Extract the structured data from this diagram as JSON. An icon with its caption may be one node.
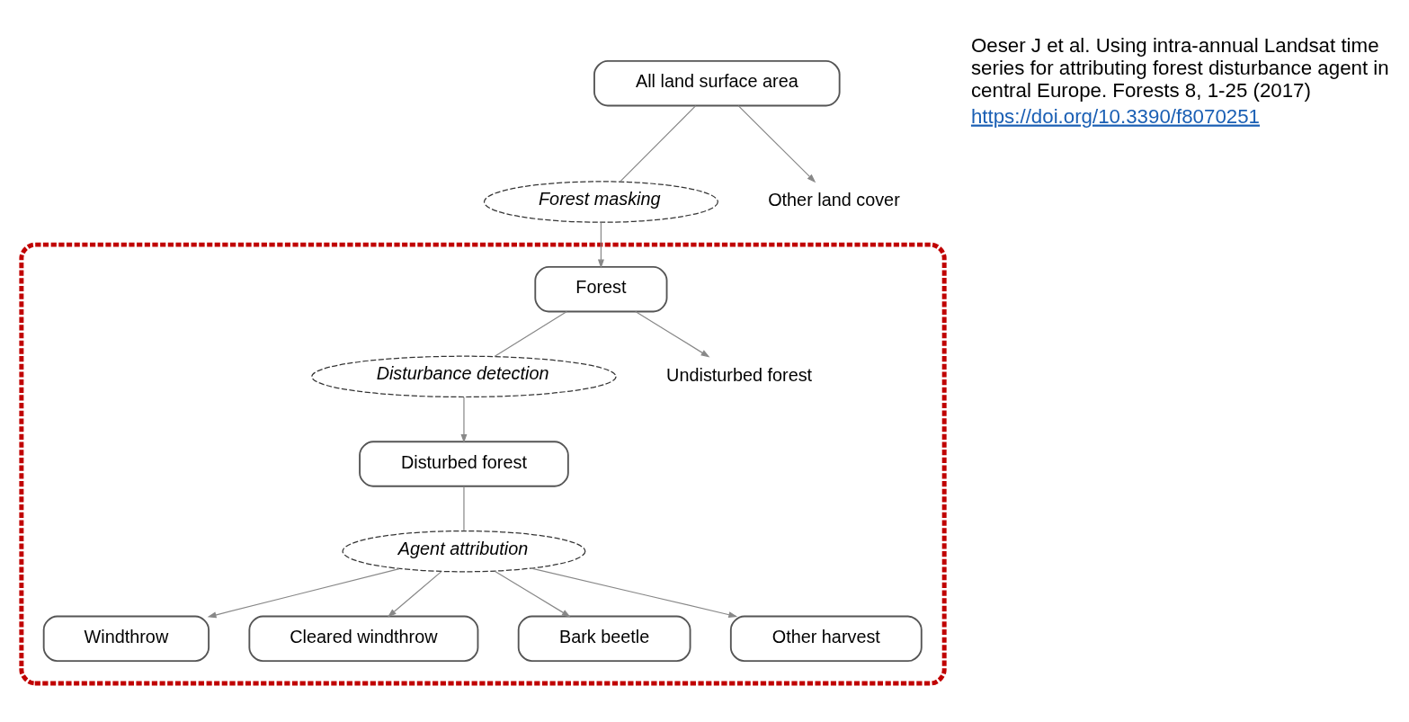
{
  "diagram": {
    "nodes": [
      {
        "text": [
          "All land surface area"
        ]
      },
      {
        "text": [
          "Forest masking"
        ]
      },
      {
        "text": [
          "Other land cover"
        ]
      },
      {
        "text": [],
        "shape": "box"
      },
      {
        "text": [
          "Forest"
        ],
        "in": 3
      },
      {
        "text": [
          "Disturbance detection"
        ],
        "in": 3
      },
      {
        "text": [
          "Undisturbed forest"
        ],
        "in": 3
      },
      {
        "text": [
          "Disturbed forest"
        ],
        "in": 3
      },
      {
        "text": [
          "Agent attribution"
        ],
        "in": 3
      },
      {
        "text": [
          "Windthrow"
        ],
        "in": 3
      },
      {
        "text": [
          "Cleared windthrow"
        ],
        "in": 3
      },
      {
        "text": [
          "Bark beetle"
        ],
        "in": 3
      },
      {
        "text": [
          "Other harvest"
        ],
        "in": 3
      }
    ],
    "edges": [
      {
        "from": 0,
        "to": 2,
        "arrow": "to"
      },
      {
        "from": 0,
        "to": 1,
        "arrow": "none"
      },
      {
        "from": 1,
        "to": 4,
        "arrow": "to"
      },
      {
        "from": 4,
        "to": 6,
        "arrow": "to"
      },
      {
        "from": 4,
        "to": 5,
        "arrow": "none"
      },
      {
        "from": 5,
        "to": 7,
        "arrow": "to"
      },
      {
        "from": 7,
        "to": 8,
        "arrow": "none"
      },
      {
        "from": 8,
        "to": 9,
        "arrow": "to"
      },
      {
        "from": 8,
        "to": 10,
        "arrow": "to"
      },
      {
        "from": 8,
        "to": 11,
        "arrow": "to"
      },
      {
        "from": 8,
        "to": 12,
        "arrow": "to"
      }
    ],
    "labels": [
      "Oeser J et al. Using intra-annual Landsat time series for attributing forest disturbance agent in central Europe. Forests 8, 1-25 (2017)",
      "https://doi.org/10.3390/f8070251"
    ]
  }
}
